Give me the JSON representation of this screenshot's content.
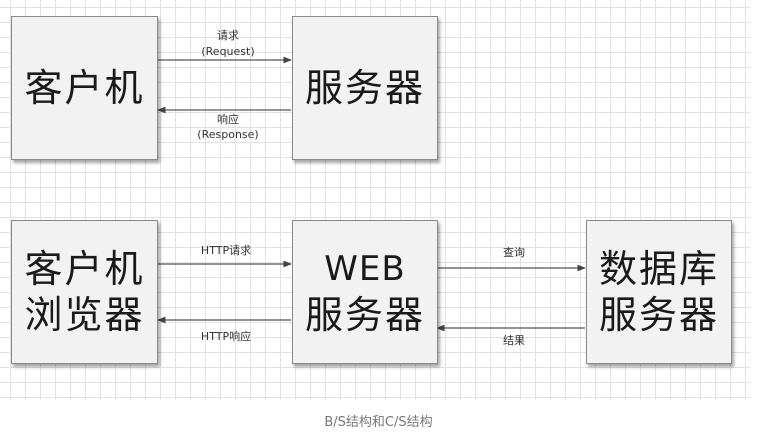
{
  "diagram_top": {
    "client": "客户机",
    "server": "服务器",
    "request_cn": "请求",
    "request_en": "(Request)",
    "response_cn": "响应",
    "response_en": "(Response)"
  },
  "diagram_bottom": {
    "client_line1": "客户机",
    "client_line2": "浏览器",
    "web_line1": "WEB",
    "web_line2": "服务器",
    "db_line1": "数据库",
    "db_line2": "服务器",
    "http_request": "HTTP请求",
    "http_response": "HTTP响应",
    "query": "查询",
    "result": "结果"
  },
  "caption": "B/S结构和C/S结构"
}
